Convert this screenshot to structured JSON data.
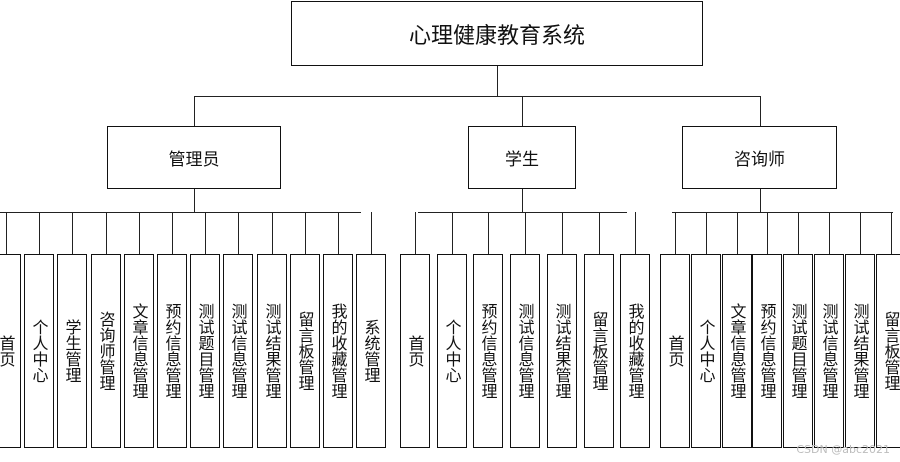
{
  "root": {
    "label": "心理健康教育系统"
  },
  "groups": [
    {
      "id": "admin",
      "label": "管理员",
      "items": [
        "首页",
        "个人中心",
        "学生管理",
        "咨询师管理",
        "文章信息管理",
        "预约信息管理",
        "测试题目管理",
        "测试信息管理",
        "测试结果管理",
        "留言板管理",
        "我的收藏管理",
        "系统管理"
      ]
    },
    {
      "id": "student",
      "label": "学生",
      "items": [
        "首页",
        "个人中心",
        "预约信息管理",
        "测试信息管理",
        "测试结果管理",
        "留言板管理",
        "我的收藏管理"
      ]
    },
    {
      "id": "counselor",
      "label": "咨询师",
      "items": [
        "首页",
        "个人中心",
        "文章信息管理",
        "预约信息管理",
        "测试题目管理",
        "测试信息管理",
        "测试结果管理",
        "留言板管理"
      ]
    }
  ],
  "watermark": "CSDN @abc2021"
}
